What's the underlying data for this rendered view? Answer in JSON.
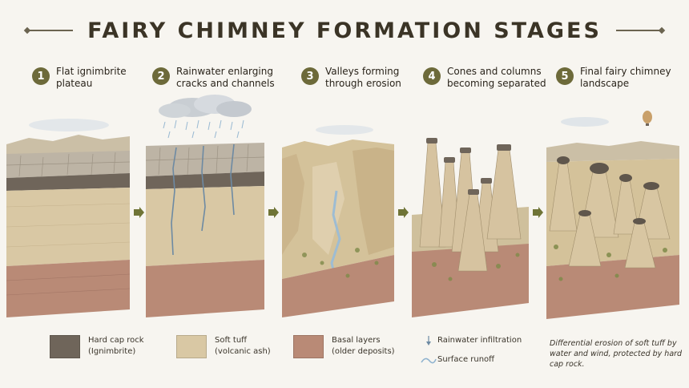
{
  "title": "FAIRY CHIMNEY FORMATION STAGES",
  "stages": [
    {
      "number": "1",
      "label": "Flat ignimbrite\nplateau"
    },
    {
      "number": "2",
      "label": "Rainwater enlarging\ncracks and channels"
    },
    {
      "number": "3",
      "label": "Valleys forming\nthrough erosion"
    },
    {
      "number": "4",
      "label": "Cones and columns\nbecoming separated"
    },
    {
      "number": "5",
      "label": "Final fairy chimney\nlandscape"
    }
  ],
  "legend": {
    "cap_rock": {
      "line1": "Hard cap rock",
      "line2": "(Ignimbrite)",
      "color": "#6f655a"
    },
    "soft_tuff": {
      "line1": "Soft tuff",
      "line2": "(volcanic ash)",
      "color": "#d9c8a4"
    },
    "basal": {
      "line1": "Basal layers",
      "line2": "(older deposits)",
      "color": "#b98a76"
    },
    "infiltration": "Rainwater infiltration",
    "runoff": "Surface runoff"
  },
  "note": "Differential erosion of soft tuff by water and wind, protected by hard cap rock.",
  "colors": {
    "badge": "#6d6a3a",
    "arrow": "#6f7436",
    "water": "#8fb3cf"
  }
}
